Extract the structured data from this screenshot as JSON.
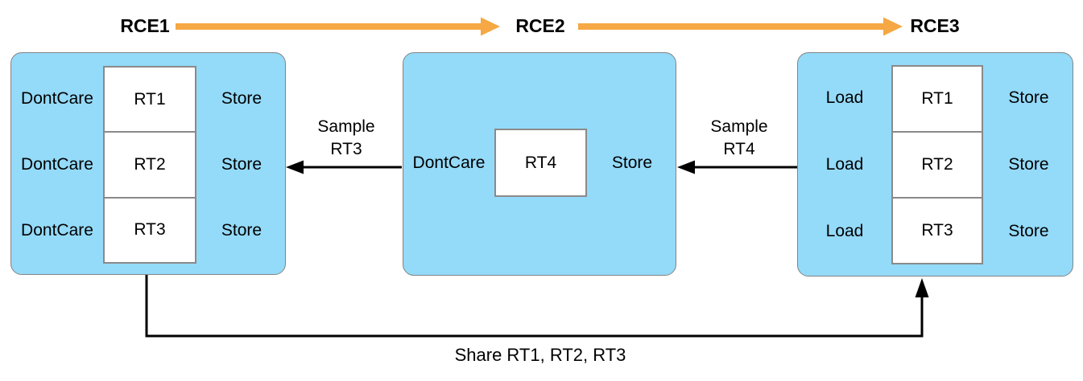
{
  "stages": [
    {
      "title": "RCE1",
      "rows": [
        {
          "load": "DontCare",
          "rt": "RT1",
          "store": "Store"
        },
        {
          "load": "DontCare",
          "rt": "RT2",
          "store": "Store"
        },
        {
          "load": "DontCare",
          "rt": "RT3",
          "store": "Store"
        }
      ]
    },
    {
      "title": "RCE2",
      "rows": [
        {
          "load": "DontCare",
          "rt": "RT4",
          "store": "Store"
        }
      ]
    },
    {
      "title": "RCE3",
      "rows": [
        {
          "load": "Load",
          "rt": "RT1",
          "store": "Store"
        },
        {
          "load": "Load",
          "rt": "RT2",
          "store": "Store"
        },
        {
          "load": "Load",
          "rt": "RT3",
          "store": "Store"
        }
      ]
    }
  ],
  "arrows": {
    "sample_rt3": {
      "line1": "Sample",
      "line2": "RT3"
    },
    "sample_rt4": {
      "line1": "Sample",
      "line2": "RT4"
    },
    "share_label": "Share RT1, RT2, RT3"
  },
  "colors": {
    "stage_fill": "#94DAF9",
    "stage_border": "#848484",
    "rt_fill": "#FFFFFF",
    "rt_border": "#8A8A8A",
    "flow_arrow": "#F5A843",
    "link_arrow": "#000000",
    "text": "#000000"
  }
}
